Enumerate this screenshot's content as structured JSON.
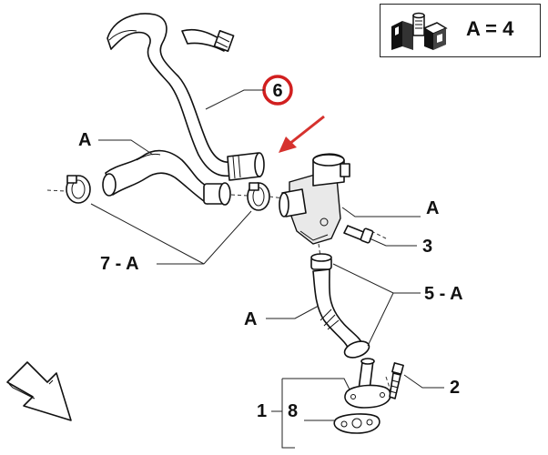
{
  "legend": {
    "text": "A = 4"
  },
  "highlight": {
    "label": "6",
    "color": "#d11f1f"
  },
  "callouts": {
    "a1": "A",
    "a2": "A",
    "a3": "A",
    "c3": "3",
    "c5a": "5 - A",
    "c7a": "7 - A",
    "c2": "2",
    "c1": "1",
    "c8": "8"
  },
  "colors": {
    "arrow": "#d6322e",
    "line": "#111111"
  }
}
